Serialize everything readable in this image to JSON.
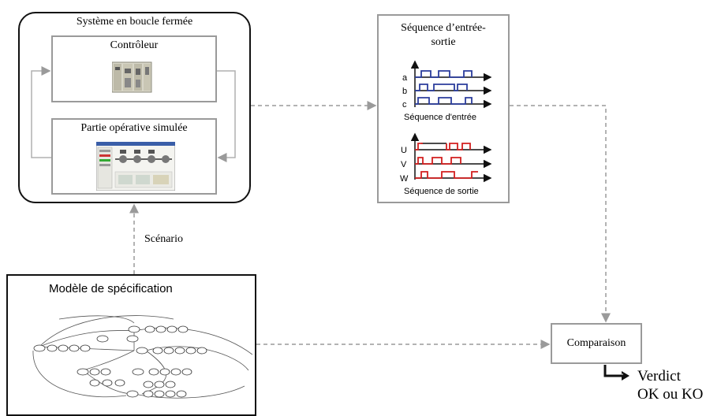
{
  "system": {
    "title": "Système  en boucle  fermée",
    "controller_label": "Contrôleur",
    "plant_label": "Partie opérative  simulée"
  },
  "scenario_label": "Scénario",
  "sequence": {
    "title_line1": "Séquence  d’entrée-",
    "title_line2": "sortie",
    "inputs": [
      "a",
      "b",
      "c"
    ],
    "outputs": [
      "U",
      "V",
      "W"
    ],
    "input_caption": "Séquence d'entrée",
    "output_caption": "Séquence de sortie",
    "input_color": "#2b3d9c",
    "output_color": "#d21f1f"
  },
  "spec": {
    "title": "Modèle de spécification"
  },
  "comparison": {
    "label": "Comparaison"
  },
  "verdict": {
    "line1": "Verdict",
    "line2": "OK ou KO"
  },
  "colors": {
    "dashed_arrow": "#9a9a9a",
    "box_border": "#9a9a9a",
    "outer_border": "#111111"
  }
}
